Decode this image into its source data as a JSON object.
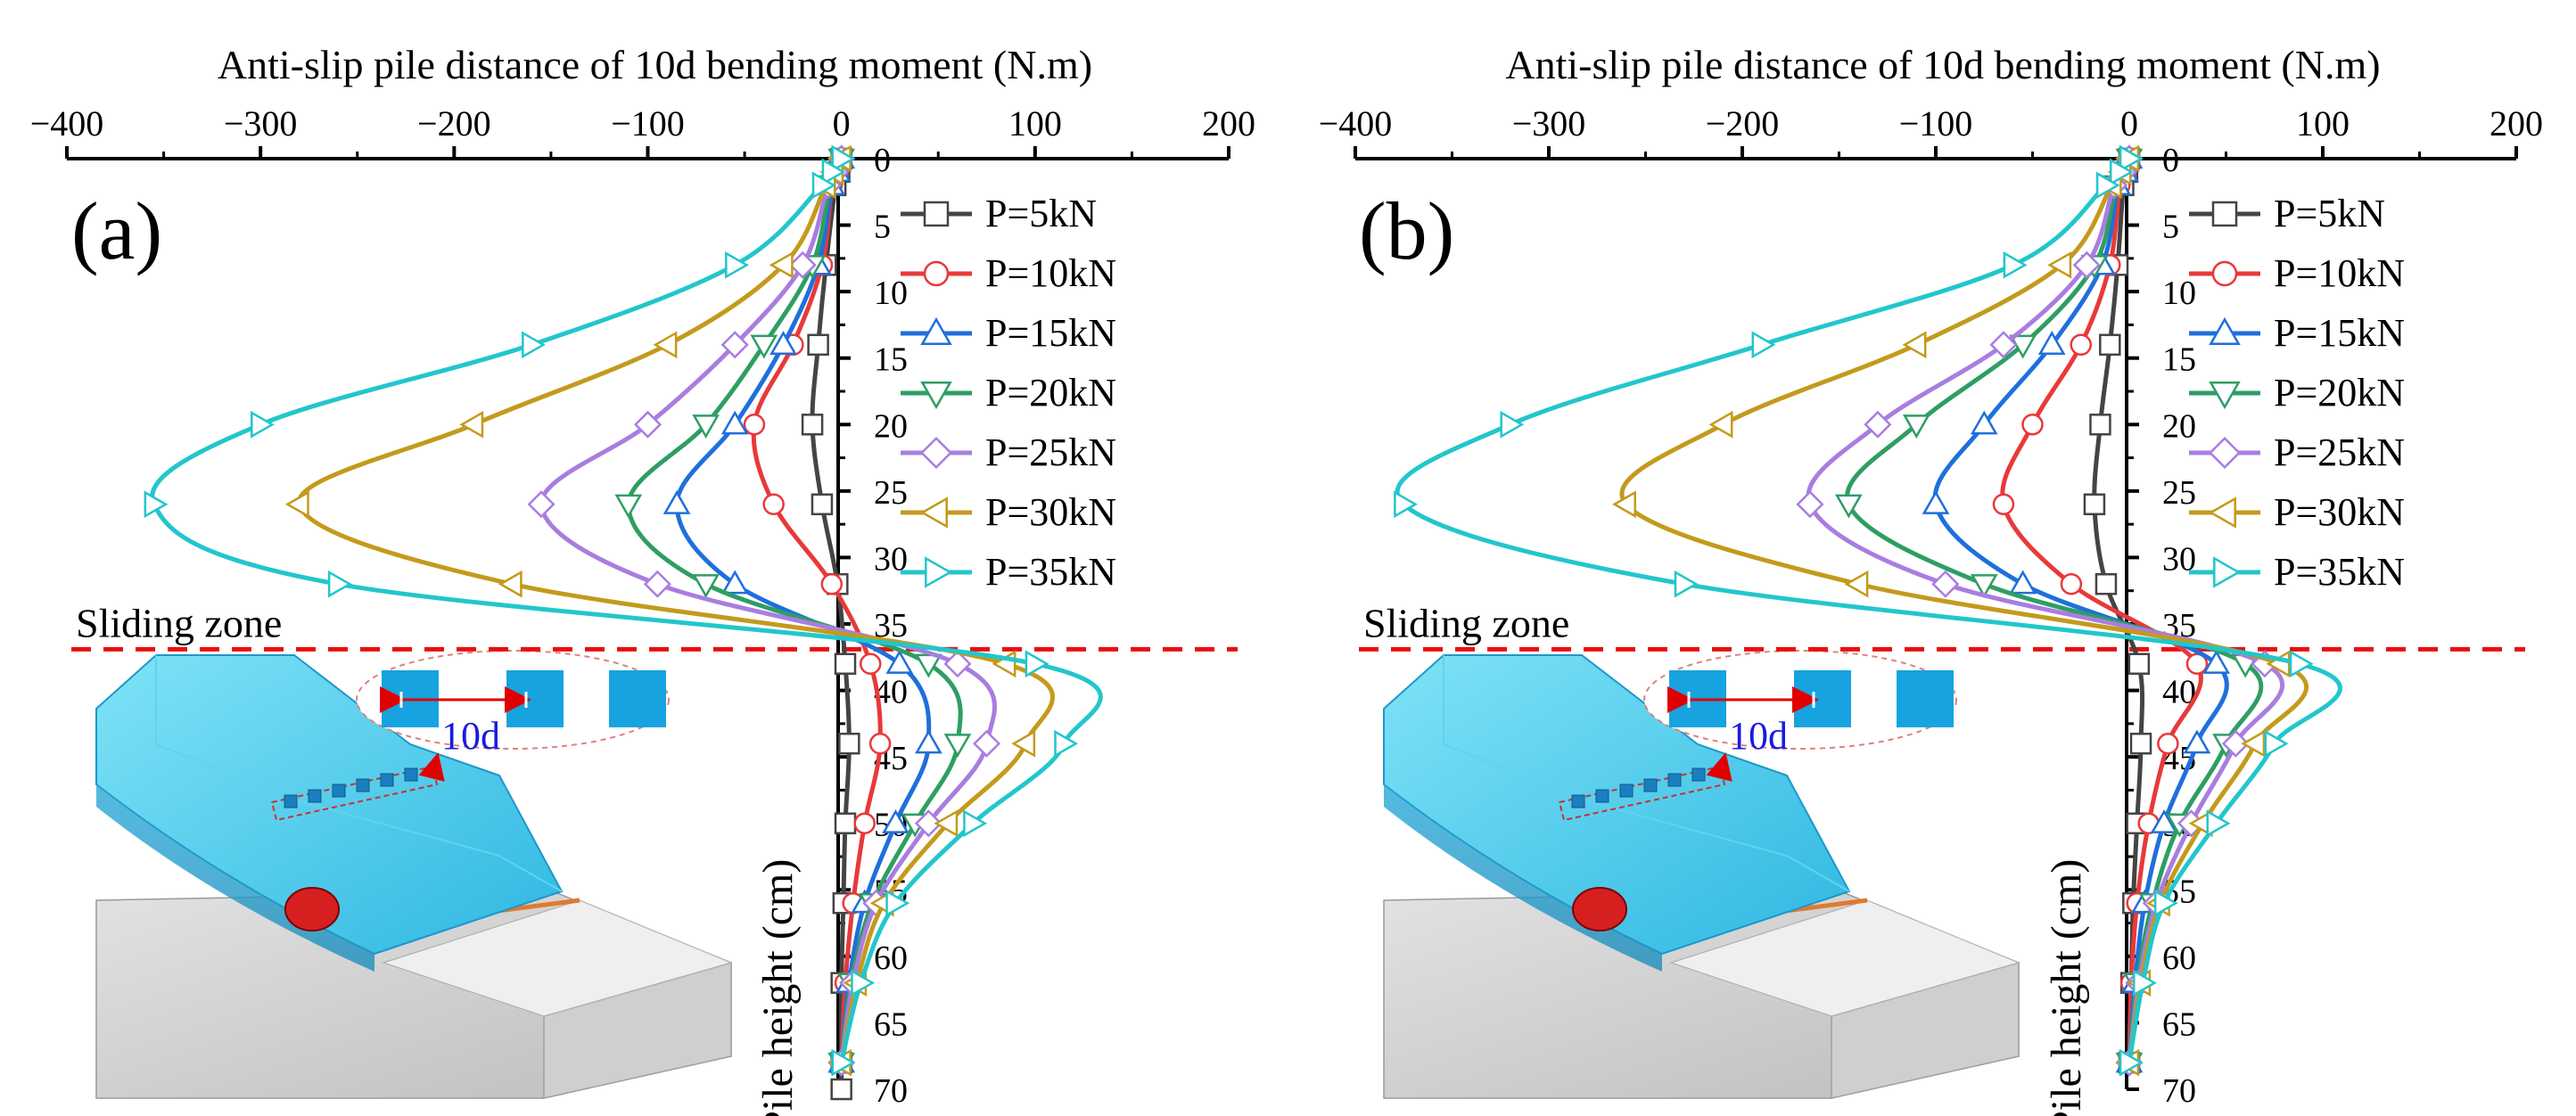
{
  "chart_data": [
    {
      "type": "line",
      "panel_label": "(a)",
      "title": "Anti-slip pile distance of 10d bending moment (N.m)",
      "xlabel": "Anti-slip pile distance of 10d bending moment (N.m)",
      "ylabel": "Pile height (cm)",
      "xlim": [
        -400,
        200
      ],
      "ylim": [
        0,
        70
      ],
      "y_reversed": true,
      "x_ticks": [
        "−400",
        "−300",
        "−200",
        "−100",
        "0",
        "100",
        "200"
      ],
      "y_ticks": [
        "0",
        "5",
        "10",
        "15",
        "20",
        "25",
        "30",
        "35",
        "40",
        "45",
        "50",
        "55",
        "60",
        "65",
        "70"
      ],
      "grid": false,
      "legend_position": "top-right",
      "sliding_zone_label": "Sliding  zone",
      "sliding_zone_depth": 36.5,
      "inset_label": "10d",
      "series": [
        {
          "name": "P=5kN",
          "color": "#444444",
          "marker": "square",
          "x": [
            0,
            -1,
            -3,
            -8,
            -12,
            -15,
            -10,
            -2,
            2,
            4,
            2,
            1,
            0,
            0,
            0
          ],
          "y": [
            0,
            1,
            2,
            8,
            14,
            20,
            26,
            32,
            38,
            44,
            50,
            56,
            62,
            68,
            70
          ]
        },
        {
          "name": "P=10kN",
          "color": "#e8393a",
          "marker": "circle",
          "x": [
            0,
            -2,
            -5,
            -10,
            -25,
            -45,
            -35,
            -5,
            15,
            20,
            12,
            6,
            2,
            0
          ],
          "y": [
            0,
            1,
            2,
            8,
            14,
            20,
            26,
            32,
            38,
            44,
            50,
            56,
            62,
            68
          ]
        },
        {
          "name": "P=15kN",
          "color": "#1f6fdc",
          "marker": "triangle-up",
          "x": [
            0,
            -2,
            -5,
            -12,
            -30,
            -55,
            -85,
            -55,
            30,
            45,
            28,
            12,
            4,
            0
          ],
          "y": [
            0,
            1,
            2,
            8,
            14,
            20,
            26,
            32,
            38,
            44,
            50,
            56,
            62,
            68
          ]
        },
        {
          "name": "P=20kN",
          "color": "#2e9e63",
          "marker": "triangle-down",
          "x": [
            0,
            -3,
            -6,
            -15,
            -40,
            -70,
            -110,
            -70,
            45,
            60,
            38,
            16,
            5,
            0
          ],
          "y": [
            0,
            1,
            2,
            8,
            14,
            20,
            26,
            32,
            38,
            44,
            50,
            56,
            62,
            68
          ]
        },
        {
          "name": "P=25kN",
          "color": "#a97de0",
          "marker": "diamond",
          "x": [
            0,
            -3,
            -7,
            -20,
            -55,
            -100,
            -155,
            -95,
            60,
            75,
            45,
            18,
            6,
            0
          ],
          "y": [
            0,
            1,
            2,
            8,
            14,
            20,
            26,
            32,
            38,
            44,
            50,
            56,
            62,
            68
          ]
        },
        {
          "name": "P=30kN",
          "color": "#c49a1c",
          "marker": "triangle-left",
          "x": [
            0,
            -4,
            -8,
            -30,
            -90,
            -190,
            -280,
            -170,
            85,
            95,
            55,
            22,
            8,
            0
          ],
          "y": [
            0,
            1,
            2,
            8,
            14,
            20,
            26,
            32,
            38,
            44,
            50,
            56,
            62,
            68
          ]
        },
        {
          "name": "P=35kN",
          "color": "#22c6cc",
          "marker": "triangle-right",
          "x": [
            0,
            -5,
            -10,
            -55,
            -160,
            -300,
            -355,
            -260,
            100,
            115,
            68,
            28,
            10,
            0
          ],
          "y": [
            0,
            1,
            2,
            8,
            14,
            20,
            26,
            32,
            38,
            44,
            50,
            56,
            62,
            68
          ]
        }
      ]
    },
    {
      "type": "line",
      "panel_label": "(b)",
      "title": "Anti-slip pile distance of 10d bending moment (N.m)",
      "xlabel": "Anti-slip pile distance of 10d bending moment (N.m)",
      "ylabel": "Pile height (cm)",
      "xlim": [
        -400,
        200
      ],
      "ylim": [
        0,
        70
      ],
      "y_reversed": true,
      "x_ticks": [
        "−400",
        "−300",
        "−200",
        "−100",
        "0",
        "100",
        "200"
      ],
      "y_ticks": [
        "0",
        "5",
        "10",
        "15",
        "20",
        "25",
        "30",
        "35",
        "40",
        "45",
        "50",
        "55",
        "60",
        "65",
        "70"
      ],
      "grid": false,
      "legend_position": "top-right",
      "sliding_zone_label": "Sliding  zone",
      "sliding_zone_depth": 36.5,
      "inset_label": "10d",
      "series": [
        {
          "name": "P=5kN",
          "color": "#444444",
          "marker": "square",
          "x": [
            0,
            -1,
            -3,
            -6,
            -10,
            -15,
            -18,
            -12,
            5,
            6,
            4,
            2,
            1,
            0
          ],
          "y": [
            0,
            1,
            2,
            8,
            14,
            20,
            26,
            32,
            38,
            44,
            50,
            56,
            62,
            68
          ]
        },
        {
          "name": "P=10kN",
          "color": "#e8393a",
          "marker": "circle",
          "x": [
            0,
            -2,
            -5,
            -10,
            -25,
            -50,
            -65,
            -30,
            35,
            20,
            10,
            4,
            1,
            0
          ],
          "y": [
            0,
            1,
            2,
            8,
            14,
            20,
            26,
            32,
            38,
            44,
            50,
            56,
            62,
            68
          ]
        },
        {
          "name": "P=15kN",
          "color": "#1f6fdc",
          "marker": "triangle-up",
          "x": [
            0,
            -2,
            -6,
            -14,
            -40,
            -75,
            -100,
            -55,
            45,
            35,
            18,
            8,
            3,
            0
          ],
          "y": [
            0,
            1,
            2,
            8,
            14,
            20,
            26,
            32,
            38,
            44,
            50,
            56,
            62,
            68
          ]
        },
        {
          "name": "P=20kN",
          "color": "#2e9e63",
          "marker": "triangle-down",
          "x": [
            0,
            -3,
            -7,
            -18,
            -55,
            -110,
            -145,
            -75,
            60,
            50,
            26,
            12,
            4,
            0
          ],
          "y": [
            0,
            1,
            2,
            8,
            14,
            20,
            26,
            32,
            38,
            44,
            50,
            56,
            62,
            68
          ]
        },
        {
          "name": "P=25kN",
          "color": "#a97de0",
          "marker": "diamond",
          "x": [
            0,
            -3,
            -8,
            -22,
            -65,
            -130,
            -165,
            -95,
            70,
            55,
            32,
            14,
            5,
            0
          ],
          "y": [
            0,
            1,
            2,
            8,
            14,
            20,
            26,
            32,
            38,
            44,
            50,
            56,
            62,
            68
          ]
        },
        {
          "name": "P=30kN",
          "color": "#c49a1c",
          "marker": "triangle-left",
          "x": [
            0,
            -4,
            -9,
            -35,
            -110,
            -210,
            -260,
            -140,
            78,
            65,
            38,
            16,
            6,
            0
          ],
          "y": [
            0,
            1,
            2,
            8,
            14,
            20,
            26,
            32,
            38,
            44,
            50,
            56,
            62,
            68
          ]
        },
        {
          "name": "P=35kN",
          "color": "#22c6cc",
          "marker": "triangle-right",
          "x": [
            0,
            -5,
            -12,
            -60,
            -190,
            -320,
            -375,
            -230,
            88,
            75,
            45,
            18,
            7,
            0
          ],
          "y": [
            0,
            1,
            2,
            8,
            14,
            20,
            26,
            32,
            38,
            44,
            50,
            56,
            62,
            68
          ]
        }
      ]
    }
  ]
}
